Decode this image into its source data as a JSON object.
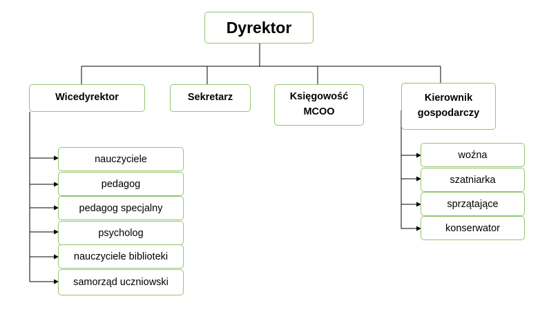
{
  "root": {
    "label": "Dyrektor"
  },
  "level1": [
    {
      "label": "Wicedyrektor"
    },
    {
      "label": "Sekretarz"
    },
    {
      "label": "Księgowość MCOO"
    },
    {
      "label": "Kierownik gospodarczy"
    }
  ],
  "wicedyrektor_children": [
    "nauczyciele",
    "pedagog",
    "pedagog specjalny",
    "psycholog",
    "nauczyciele biblioteki",
    "samorząd uczniowski"
  ],
  "kierownik_children": [
    "woźna",
    "szatniarka",
    "sprzątające",
    "konserwator"
  ]
}
